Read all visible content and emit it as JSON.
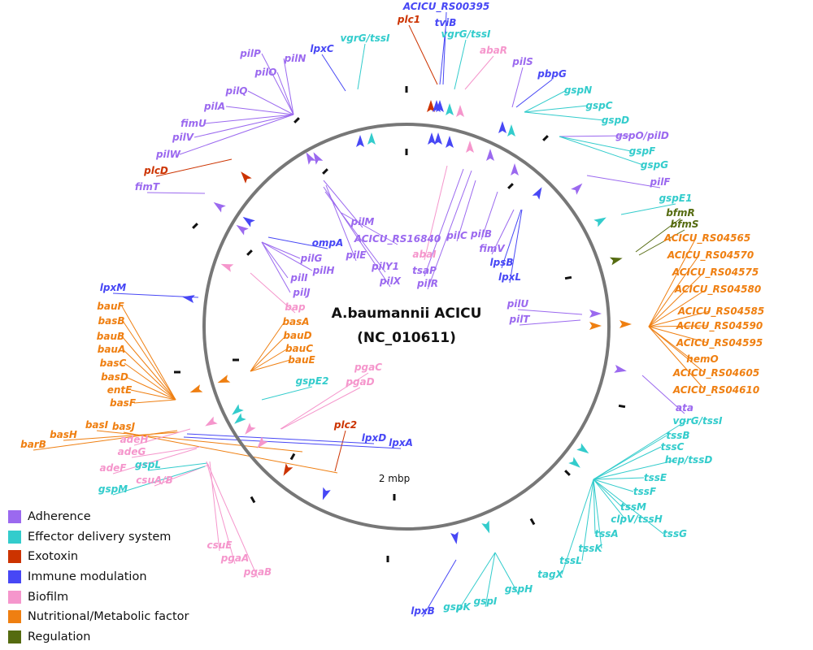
{
  "title": {
    "line1": "A.baumannii ACICU",
    "line2": "(NC_010611)",
    "scale_label": "2 mbp"
  },
  "categories": [
    {
      "key": "adh",
      "label": "Adherence",
      "color": "#9b69ef"
    },
    {
      "key": "eff",
      "label": "Effector delivery system",
      "color": "#33cccc"
    },
    {
      "key": "exo",
      "label": "Exotoxin",
      "color": "#cc3300"
    },
    {
      "key": "imm",
      "label": "Immune modulation",
      "color": "#4747f5"
    },
    {
      "key": "bio",
      "label": "Biofilm",
      "color": "#f596cc"
    },
    {
      "key": "nut",
      "label": "Nutritional/Metabolic factor",
      "color": "#ef7f11"
    },
    {
      "key": "reg",
      "label": "Regulation",
      "color": "#556b10"
    }
  ],
  "genes": [
    {
      "t": "ACICU_RS00395",
      "c": "imm"
    },
    {
      "t": "plc1",
      "c": "exo"
    },
    {
      "t": "tviB",
      "c": "imm"
    },
    {
      "t": "vgrG/tssI",
      "c": "eff"
    },
    {
      "t": "vgrG/tssI",
      "c": "eff"
    },
    {
      "t": "abaR",
      "c": "bio"
    },
    {
      "t": "lpxC",
      "c": "imm"
    },
    {
      "t": "pilP",
      "c": "adh"
    },
    {
      "t": "pilN",
      "c": "adh"
    },
    {
      "t": "pilO",
      "c": "adh"
    },
    {
      "t": "pilS",
      "c": "adh"
    },
    {
      "t": "pbpG",
      "c": "imm"
    },
    {
      "t": "gspN",
      "c": "eff"
    },
    {
      "t": "pilQ",
      "c": "adh"
    },
    {
      "t": "gspC",
      "c": "eff"
    },
    {
      "t": "pilA",
      "c": "adh"
    },
    {
      "t": "gspD",
      "c": "eff"
    },
    {
      "t": "fimU",
      "c": "adh"
    },
    {
      "t": "gspO/pilD",
      "c": "adh"
    },
    {
      "t": "pilV",
      "c": "adh"
    },
    {
      "t": "gspF",
      "c": "eff"
    },
    {
      "t": "pilW",
      "c": "adh"
    },
    {
      "t": "gspG",
      "c": "eff"
    },
    {
      "t": "plcD",
      "c": "exo"
    },
    {
      "t": "pilF",
      "c": "adh"
    },
    {
      "t": "fimT",
      "c": "adh"
    },
    {
      "t": "gspE1",
      "c": "eff"
    },
    {
      "t": "bfmR",
      "c": "reg"
    },
    {
      "t": "pilM",
      "c": "adh"
    },
    {
      "t": "bfmS",
      "c": "reg"
    },
    {
      "t": "ACICU_RS16840",
      "c": "adh"
    },
    {
      "t": "ACICU_RS04565",
      "c": "nut"
    },
    {
      "t": "ompA",
      "c": "imm"
    },
    {
      "t": "pilC",
      "c": "adh"
    },
    {
      "t": "pilB",
      "c": "adh"
    },
    {
      "t": "abaI",
      "c": "bio"
    },
    {
      "t": "pilE",
      "c": "adh"
    },
    {
      "t": "fimV",
      "c": "adh"
    },
    {
      "t": "ACICU_RS04570",
      "c": "nut"
    },
    {
      "t": "pilG",
      "c": "adh"
    },
    {
      "t": "pilY1",
      "c": "adh"
    },
    {
      "t": "tsaP",
      "c": "adh"
    },
    {
      "t": "lpsB",
      "c": "imm"
    },
    {
      "t": "pilH",
      "c": "adh"
    },
    {
      "t": "ACICU_RS04575",
      "c": "nut"
    },
    {
      "t": "lpxL",
      "c": "imm"
    },
    {
      "t": "pilX",
      "c": "adh"
    },
    {
      "t": "pilR",
      "c": "adh"
    },
    {
      "t": "pilI",
      "c": "adh"
    },
    {
      "t": "lpxM",
      "c": "imm"
    },
    {
      "t": "pilJ",
      "c": "adh"
    },
    {
      "t": "ACICU_RS04580",
      "c": "nut"
    },
    {
      "t": "pilU",
      "c": "adh"
    },
    {
      "t": "bap",
      "c": "bio"
    },
    {
      "t": "bauF",
      "c": "nut"
    },
    {
      "t": "ACICU_RS04585",
      "c": "nut"
    },
    {
      "t": "pilT",
      "c": "adh"
    },
    {
      "t": "basB",
      "c": "nut"
    },
    {
      "t": "basA",
      "c": "nut"
    },
    {
      "t": "ACICU_RS04590",
      "c": "nut"
    },
    {
      "t": "bauB",
      "c": "nut"
    },
    {
      "t": "bauD",
      "c": "nut"
    },
    {
      "t": "ACICU_RS04595",
      "c": "nut"
    },
    {
      "t": "bauA",
      "c": "nut"
    },
    {
      "t": "bauC",
      "c": "nut"
    },
    {
      "t": "basC",
      "c": "nut"
    },
    {
      "t": "bauE",
      "c": "nut"
    },
    {
      "t": "hemO",
      "c": "nut"
    },
    {
      "t": "pgaC",
      "c": "bio"
    },
    {
      "t": "basD",
      "c": "nut"
    },
    {
      "t": "ACICU_RS04605",
      "c": "nut"
    },
    {
      "t": "pgaD",
      "c": "bio"
    },
    {
      "t": "gspE2",
      "c": "eff"
    },
    {
      "t": "entE",
      "c": "nut"
    },
    {
      "t": "ACICU_RS04610",
      "c": "nut"
    },
    {
      "t": "basF",
      "c": "nut"
    },
    {
      "t": "ata",
      "c": "adh"
    },
    {
      "t": "vgrG/tssI",
      "c": "eff"
    },
    {
      "t": "basI",
      "c": "nut"
    },
    {
      "t": "basJ",
      "c": "nut"
    },
    {
      "t": "plc2",
      "c": "exo"
    },
    {
      "t": "basH",
      "c": "nut"
    },
    {
      "t": "tssB",
      "c": "eff"
    },
    {
      "t": "adeH",
      "c": "bio"
    },
    {
      "t": "lpxD",
      "c": "imm"
    },
    {
      "t": "lpxA",
      "c": "imm"
    },
    {
      "t": "barB",
      "c": "nut"
    },
    {
      "t": "tssC",
      "c": "eff"
    },
    {
      "t": "adeG",
      "c": "bio"
    },
    {
      "t": "hcp/tssD",
      "c": "eff"
    },
    {
      "t": "adeF",
      "c": "bio"
    },
    {
      "t": "gspL",
      "c": "eff"
    },
    {
      "t": "tssE",
      "c": "eff"
    },
    {
      "t": "csuA/B",
      "c": "bio"
    },
    {
      "t": "gspM",
      "c": "eff"
    },
    {
      "t": "tssF",
      "c": "eff"
    },
    {
      "t": "tssM",
      "c": "eff"
    },
    {
      "t": "clpV/tssH",
      "c": "eff"
    },
    {
      "t": "tssA",
      "c": "eff"
    },
    {
      "t": "tssG",
      "c": "eff"
    },
    {
      "t": "csuE",
      "c": "bio"
    },
    {
      "t": "tssK",
      "c": "eff"
    },
    {
      "t": "pgaA",
      "c": "bio"
    },
    {
      "t": "tssL",
      "c": "eff"
    },
    {
      "t": "pgaB",
      "c": "bio"
    },
    {
      "t": "tagX",
      "c": "eff"
    },
    {
      "t": "gspH",
      "c": "eff"
    },
    {
      "t": "gspI",
      "c": "eff"
    },
    {
      "t": "gspK",
      "c": "eff"
    },
    {
      "t": "lpxB",
      "c": "imm"
    }
  ]
}
